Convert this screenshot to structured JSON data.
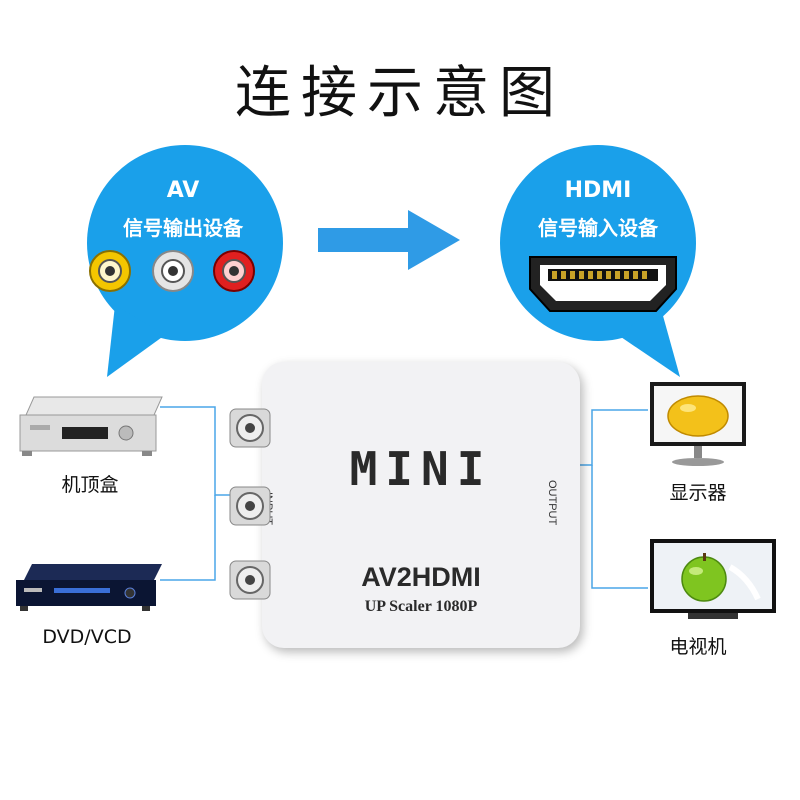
{
  "title": "连接示意图",
  "source_bubble": {
    "line1": "AV",
    "line2": "信号输出设备"
  },
  "target_bubble": {
    "line1": "HDMI",
    "line2": "信号输入设备"
  },
  "converter": {
    "brand": "MINI",
    "model": "AV2HDMI",
    "scaler": "UP Scaler 1080P",
    "input_label": "INPUT",
    "output_label": "OUTPUT"
  },
  "devices": {
    "set_top_box": "机顶盒",
    "dvd_player": "DVD/VCD",
    "monitor": "显示器",
    "tv": "电视机"
  },
  "colors": {
    "bubble_blue": "#1aa0ea",
    "arrow_blue": "#2f9be6",
    "line_blue": "#4aa6e8",
    "rca_yellow": "#f4c600",
    "rca_white": "#e5e5e5",
    "rca_red": "#e02020"
  }
}
